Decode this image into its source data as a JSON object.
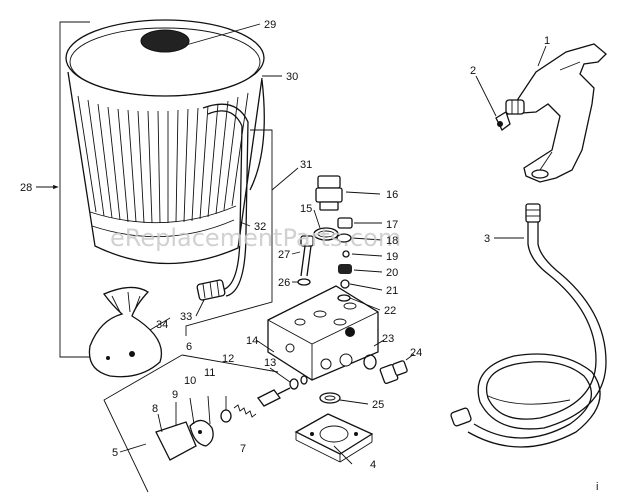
{
  "watermark": "eReplacementParts.com",
  "corner_mark": "i",
  "callouts": [
    {
      "id": "c1",
      "text": "1"
    },
    {
      "id": "c2",
      "text": "2"
    },
    {
      "id": "c3",
      "text": "3"
    },
    {
      "id": "c4",
      "text": "4"
    },
    {
      "id": "c5",
      "text": "5"
    },
    {
      "id": "c6",
      "text": "6"
    },
    {
      "id": "c7",
      "text": "7"
    },
    {
      "id": "c8",
      "text": "8"
    },
    {
      "id": "c9",
      "text": "9"
    },
    {
      "id": "c10",
      "text": "10"
    },
    {
      "id": "c11",
      "text": "11"
    },
    {
      "id": "c12",
      "text": "12"
    },
    {
      "id": "c13",
      "text": "13"
    },
    {
      "id": "c14",
      "text": "14"
    },
    {
      "id": "c15",
      "text": "15"
    },
    {
      "id": "c16",
      "text": "16"
    },
    {
      "id": "c17",
      "text": "17"
    },
    {
      "id": "c18",
      "text": "18"
    },
    {
      "id": "c19",
      "text": "19"
    },
    {
      "id": "c20",
      "text": "20"
    },
    {
      "id": "c21",
      "text": "21"
    },
    {
      "id": "c22",
      "text": "22"
    },
    {
      "id": "c23",
      "text": "23"
    },
    {
      "id": "c24",
      "text": "24"
    },
    {
      "id": "c25",
      "text": "25"
    },
    {
      "id": "c26",
      "text": "26"
    },
    {
      "id": "c27",
      "text": "27"
    },
    {
      "id": "c28",
      "text": "28"
    },
    {
      "id": "c29",
      "text": "29"
    },
    {
      "id": "c30",
      "text": "30"
    },
    {
      "id": "c31",
      "text": "31"
    },
    {
      "id": "c32",
      "text": "32"
    },
    {
      "id": "c33",
      "text": "33"
    },
    {
      "id": "c34",
      "text": "34"
    }
  ]
}
